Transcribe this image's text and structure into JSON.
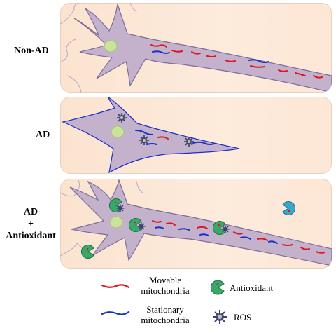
{
  "rows": {
    "non_ad": "Non-AD",
    "ad": "AD",
    "ad_antioxidant": [
      "AD",
      "+",
      "Antioxidant"
    ]
  },
  "legend": {
    "movable": [
      "Movable",
      "mitochondria"
    ],
    "stationary": [
      "Stationary",
      "mitochondria"
    ],
    "antioxidant": "Antioxidant",
    "ros": "ROS"
  },
  "colors": {
    "movable": "#e0141e",
    "stationary": "#1a2fc8",
    "neuron_fill": "#c4b1cc",
    "neuron_stroke": "#7d6d9b",
    "nucleus": "#c9e39a",
    "antioxidant": "#3aa86a",
    "ros": "#6a6e9a"
  },
  "icons": {
    "antioxidant_icon": "pacman-shape",
    "ros_icon": "spiky-ball"
  }
}
